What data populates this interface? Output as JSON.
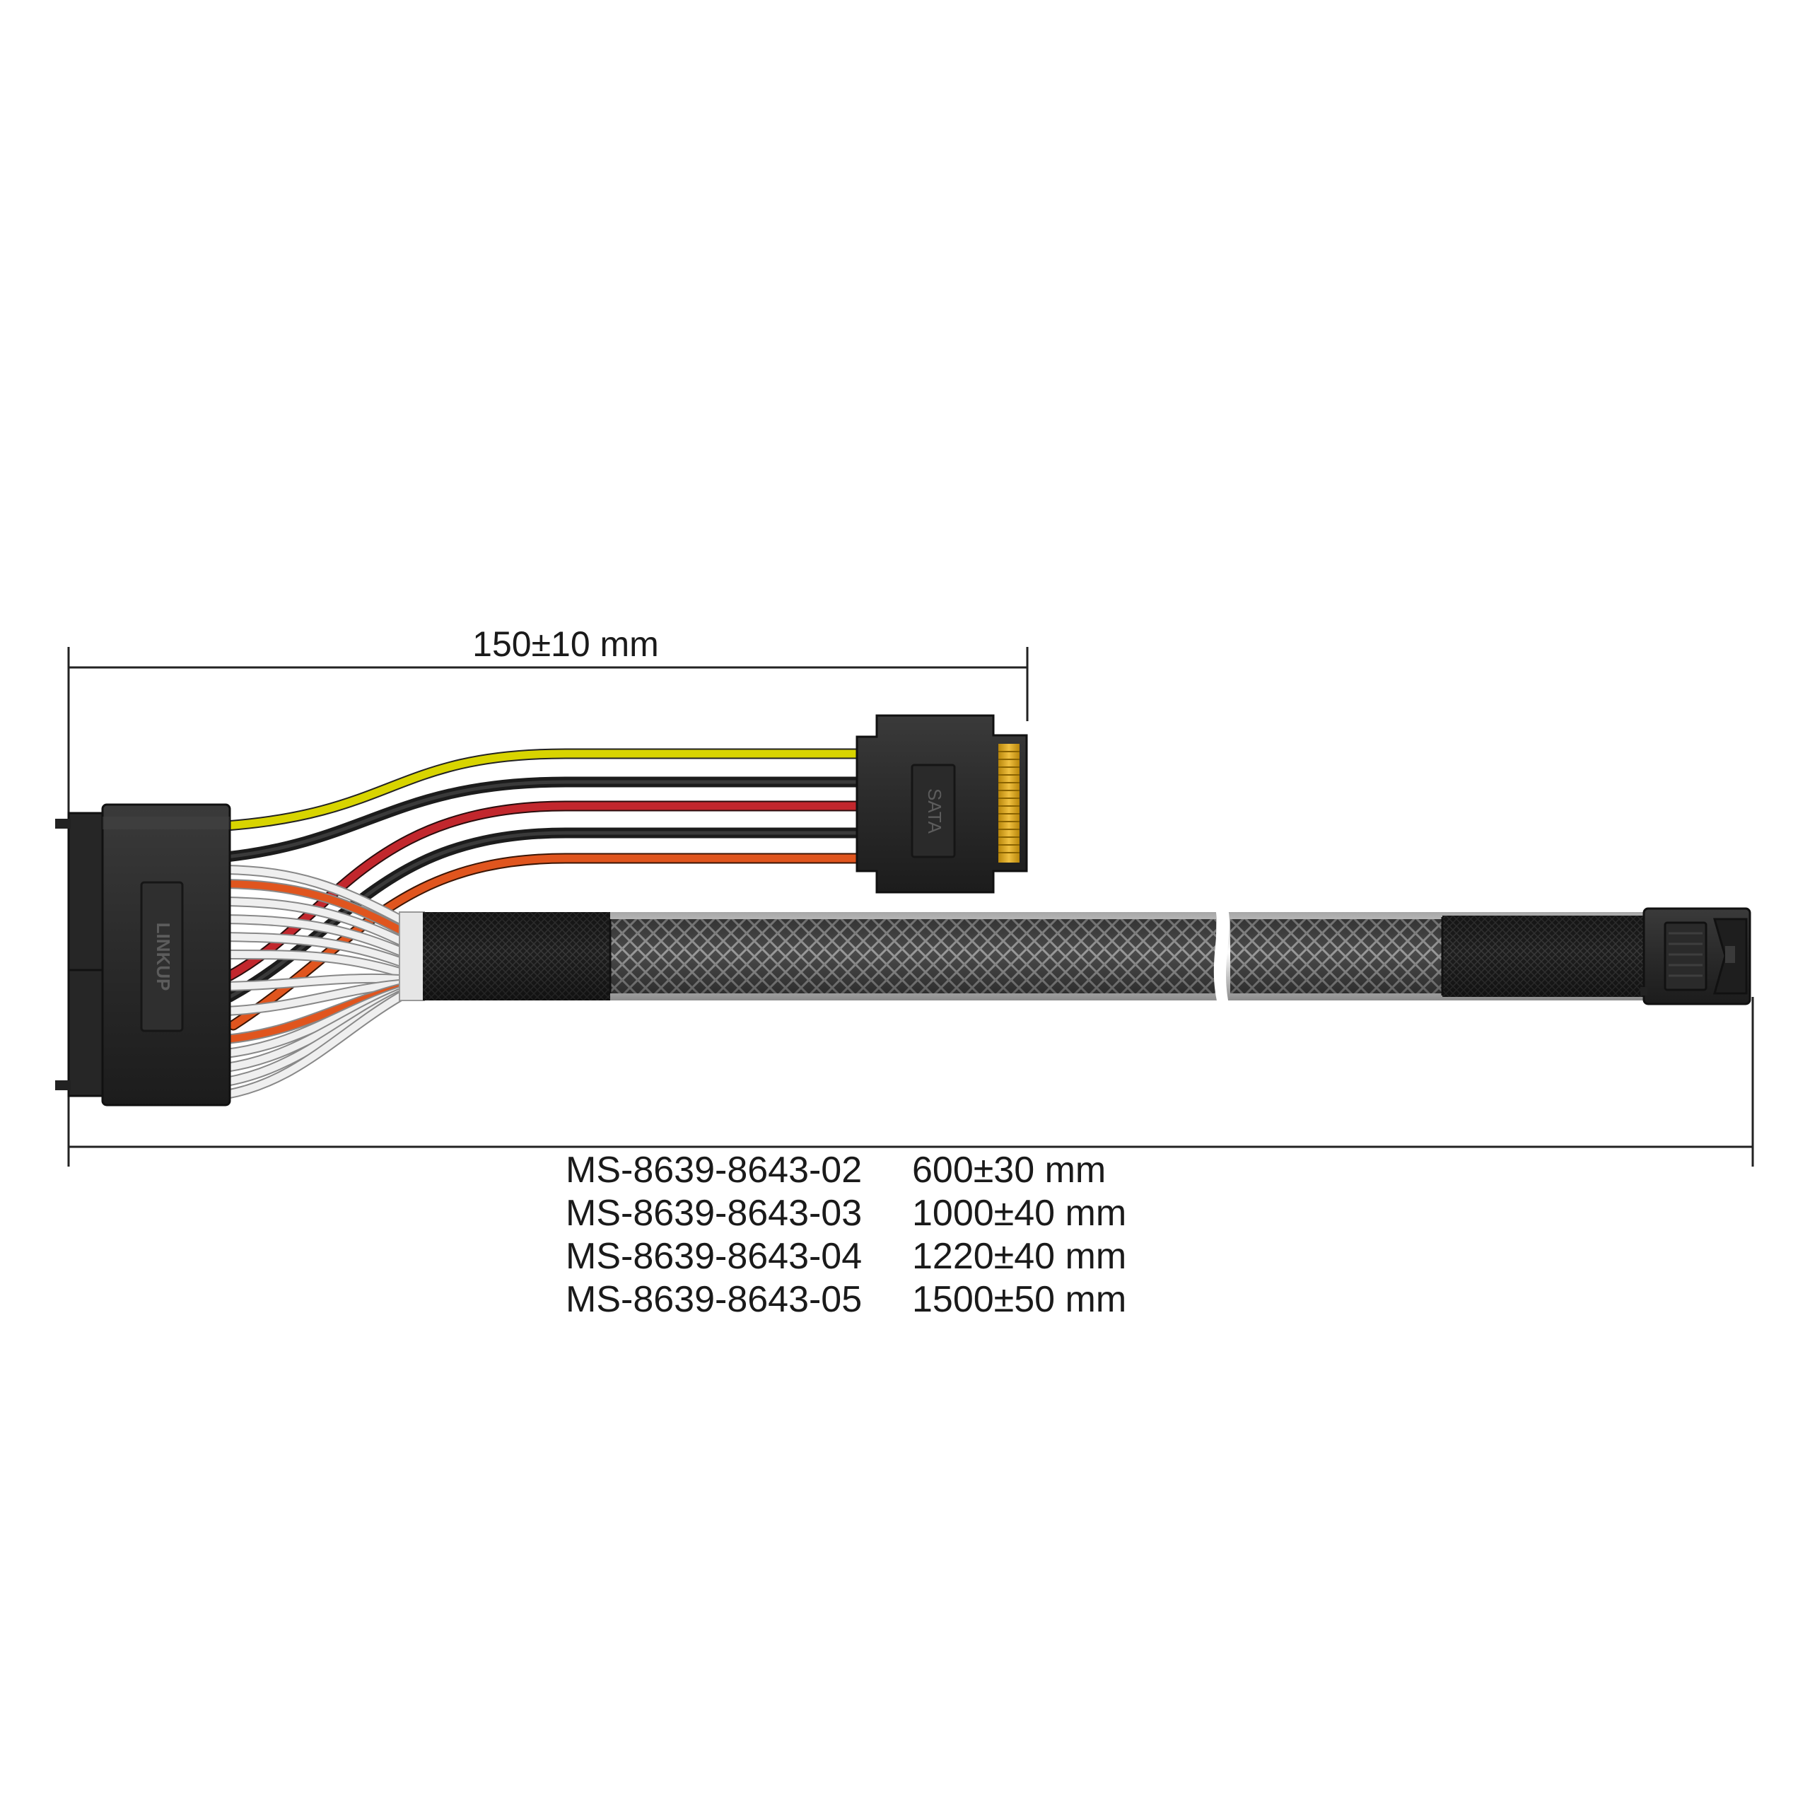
{
  "dimensions": {
    "branch_length": "150±10 mm"
  },
  "connectors": {
    "left_brand": "LINKUP",
    "power_label": "SATA"
  },
  "variants": [
    {
      "part": "MS-8639-8643-02",
      "length": "600±30 mm"
    },
    {
      "part": "MS-8639-8643-03",
      "length": "1000±40 mm"
    },
    {
      "part": "MS-8639-8643-04",
      "length": "1220±40 mm"
    },
    {
      "part": "MS-8639-8643-05",
      "length": "1500±50 mm"
    }
  ],
  "colors": {
    "yellow_wire": "#d8d400",
    "black_wire": "#1c1c1c",
    "red_wire": "#c2272d",
    "orange_wire": "#e0551e",
    "white_wire": "#e8e8e8",
    "connector": "#2e2e2e",
    "gold_pins": "#d9a520",
    "dim_line": "#222222"
  }
}
